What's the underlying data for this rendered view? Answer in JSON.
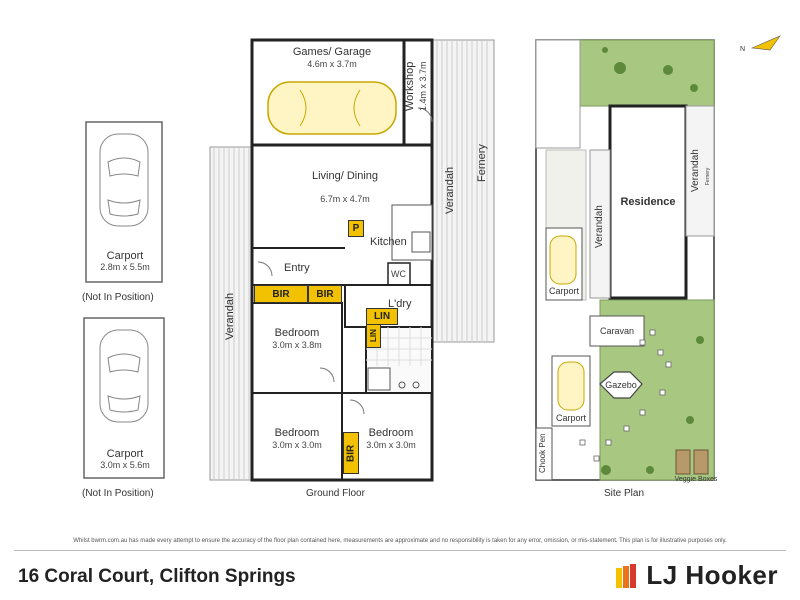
{
  "rooms": {
    "games_garage": {
      "name": "Games/ Garage",
      "dims": "4.6m x 3.7m"
    },
    "workshop": {
      "name": "Workshop",
      "dims": "1.4m x 3.7m"
    },
    "living": {
      "name": "Living/ Dining",
      "dims": "6.7m x 4.7m"
    },
    "kitchen": {
      "name": "Kitchen"
    },
    "entry": {
      "name": "Entry"
    },
    "laundry": {
      "name": "L'dry"
    },
    "wc": {
      "name": "WC"
    },
    "bedroom1": {
      "name": "Bedroom",
      "dims": "3.0m x 3.8m"
    },
    "bedroom2": {
      "name": "Bedroom",
      "dims": "3.0m x 3.0m"
    },
    "bedroom3": {
      "name": "Bedroom",
      "dims": "3.0m x 3.0m"
    },
    "verandah_left": "Verandah",
    "verandah_right": "Verandah",
    "fernery": "Fernery"
  },
  "tags": {
    "pantry": "P",
    "bir_a": "BIR",
    "bir_b": "BIR",
    "bir_c": "BIR",
    "lin_a": "LIN",
    "lin_b": "LIN"
  },
  "carports": {
    "top": {
      "name": "Carport",
      "dims": "2.8m x 5.5m",
      "note": "(Not In Position)"
    },
    "bottom": {
      "name": "Carport",
      "dims": "3.0m x 5.6m",
      "note": "(Not In Position)"
    }
  },
  "site": {
    "residence": "Residence",
    "verandah_a": "Verandah",
    "verandah_b": "Verandah",
    "fernery": "Fernery",
    "carport_a": "Carport",
    "carport_b": "Carport",
    "caravan": "Caravan",
    "gazebo": "Gazebo",
    "chook_pen": "Chook Pen",
    "veggie_boxes": "Veggie Boxes",
    "north": "N"
  },
  "titles": {
    "ground_floor": "Ground Floor",
    "site_plan": "Site Plan"
  },
  "disclaimer": "Whilst bwrm.com.au has made every attempt to ensure the accuracy of the floor plan contained here, measurements are approximate and no responsibility is taken for any error, omission, or mis-statement. This plan is for illustrative purposes only.",
  "footer": {
    "address": "16 Coral Court, Clifton Springs",
    "brand": "LJ Hooker",
    "brand_colors": [
      "#f2c200",
      "#e8741c",
      "#d63a2c"
    ]
  }
}
